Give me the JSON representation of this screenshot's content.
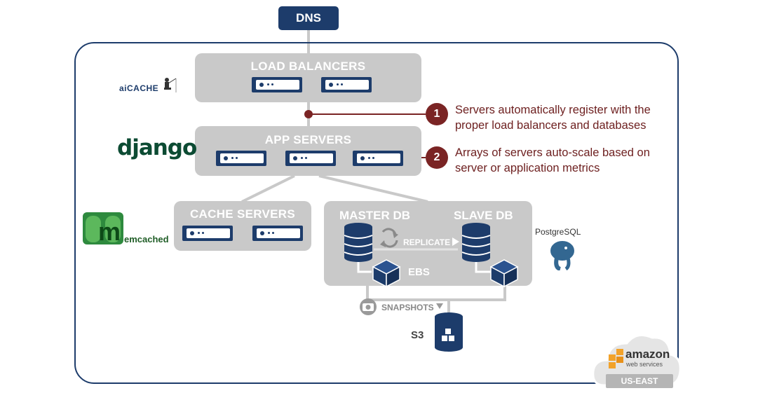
{
  "dns": {
    "label": "DNS"
  },
  "tiers": {
    "load_balancers": {
      "title": "LOAD BALANCERS"
    },
    "app_servers": {
      "title": "APP SERVERS"
    },
    "cache_servers": {
      "title": "CACHE SERVERS"
    },
    "database": {
      "master_label": "MASTER DB",
      "slave_label": "SLAVE DB",
      "replicate_label": "REPLICATE",
      "ebs_label": "EBS"
    }
  },
  "snapshots": {
    "label": "SNAPSHOTS"
  },
  "s3": {
    "label": "S3"
  },
  "callouts": [
    {
      "number": "1",
      "line1": "Servers automatically register with the",
      "line2": "proper load balancers and databases"
    },
    {
      "number": "2",
      "line1": "Arrays of servers auto-scale based on",
      "line2": "server or application metrics"
    }
  ],
  "logos": {
    "aicache": "aiCACHE",
    "django": "django",
    "memcached": "emcached",
    "memcached_letter": "m",
    "postgresql": "PostgreSQL",
    "amazon": "amazon",
    "amazon_sub": "web services",
    "region": "US-EAST"
  },
  "colors": {
    "navy": "#1d3c6b",
    "tier_gray": "#c9c9c9",
    "callout": "#7a2424"
  }
}
